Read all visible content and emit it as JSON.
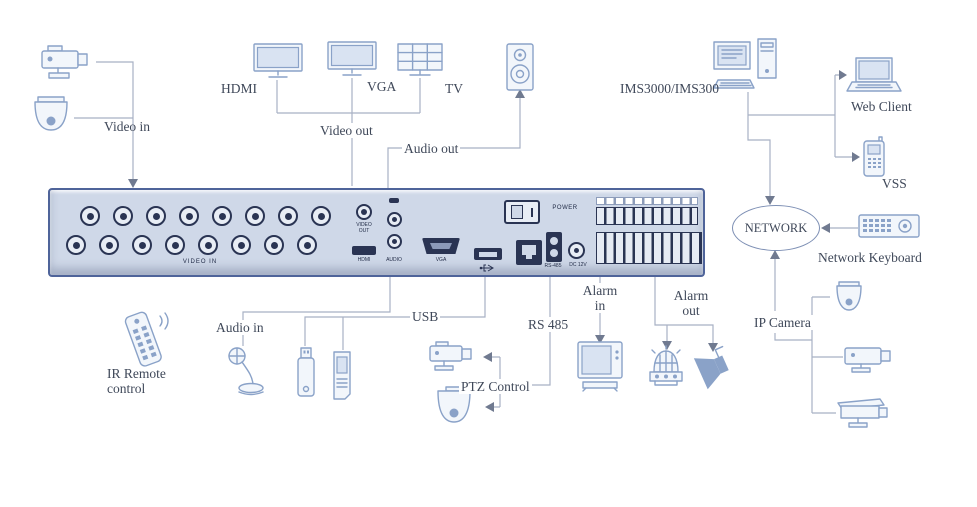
{
  "colors": {
    "accent": "#8aa2c8",
    "text": "#3f4859",
    "line": "#a8b1c4",
    "arrow": "#707a90",
    "dark": "#2a3453",
    "panel_fill": "#cfd8e8",
    "panel_border": "#4f649a",
    "icon_fill": "#f2f6fb",
    "icon_fill2": "#d9e3f2"
  },
  "labels": {
    "video_in": "Video in",
    "hdmi_monitor": "HDMI",
    "vga_monitor": "VGA",
    "tv_monitor": "TV",
    "video_out": "Video out",
    "audio_out": "Audio out",
    "ims": "IMS3000/IMS300",
    "web_client": "Web Client",
    "vss": "VSS",
    "network": "NETWORK",
    "network_keyboard": "Network Keyboard",
    "ip_camera": "IP Camera",
    "ir_remote_line1": "IR Remote",
    "ir_remote_line2": "control",
    "audio_in": "Audio in",
    "usb": "USB",
    "rs485": "RS 485",
    "ptz_control": "PTZ Control",
    "alarm_in_line1": "Alarm",
    "alarm_in_line2": "in",
    "alarm_out_line1": "Alarm",
    "alarm_out_line2": "out"
  },
  "panel": {
    "video_in": "VIDEO IN",
    "video_out_line1": "VIDEO",
    "video_out_line2": "OUT",
    "hdmi": "HDMI",
    "audio": "AUDIO",
    "vga": "VGA",
    "power": "POWER",
    "rs485": "RS-485",
    "dc12v": "DC 12V"
  },
  "icon_names": [
    "analog-camera-icon",
    "dome-camera-icon",
    "hdmi-monitor-icon",
    "vga-monitor-icon",
    "tv-monitor-icon",
    "speaker-icon",
    "desktop-pc-icon",
    "laptop-icon",
    "mobile-phone-icon",
    "network-keyboard-icon",
    "dome-ip-camera-icon",
    "box-ip-camera-icon",
    "housing-ip-camera-icon",
    "ir-remote-icon",
    "microphone-icon",
    "usb-stick-icon",
    "memory-stick-icon",
    "ptz-box-camera-icon",
    "ptz-dome-camera-icon",
    "alarm-monitor-icon",
    "alarm-strobe-icon",
    "horn-speaker-icon",
    "usb-symbol-icon"
  ]
}
